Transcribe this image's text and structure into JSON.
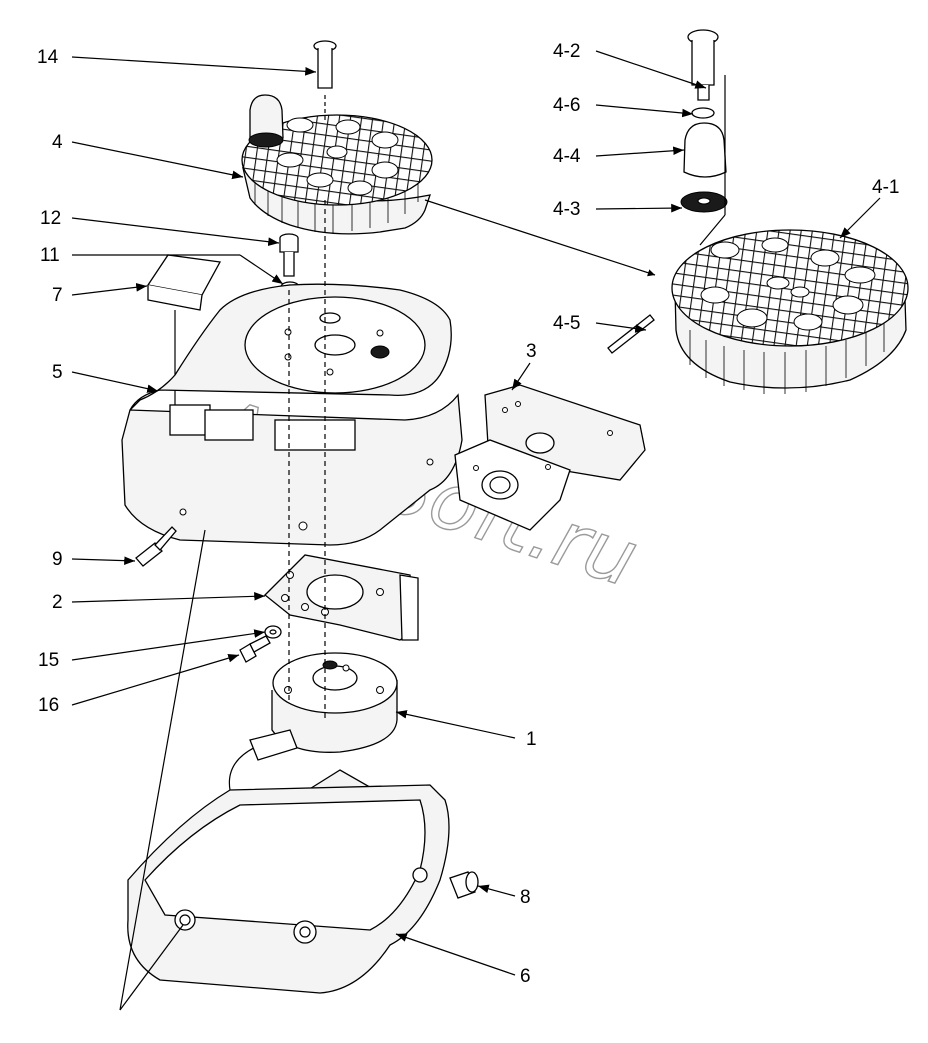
{
  "watermark": "AutoSoft.ru",
  "callouts": {
    "c14": "14",
    "c4": "4",
    "c12": "12",
    "c11": "11",
    "c7": "7",
    "c5": "5",
    "c3": "3",
    "c9": "9",
    "c2": "2",
    "c15": "15",
    "c16": "16",
    "c1": "1",
    "c8": "8",
    "c6": "6",
    "c4_1": "4-1",
    "c4_2": "4-2",
    "c4_3": "4-3",
    "c4_4": "4-4",
    "c4_5": "4-5",
    "c4_6": "4-6"
  }
}
